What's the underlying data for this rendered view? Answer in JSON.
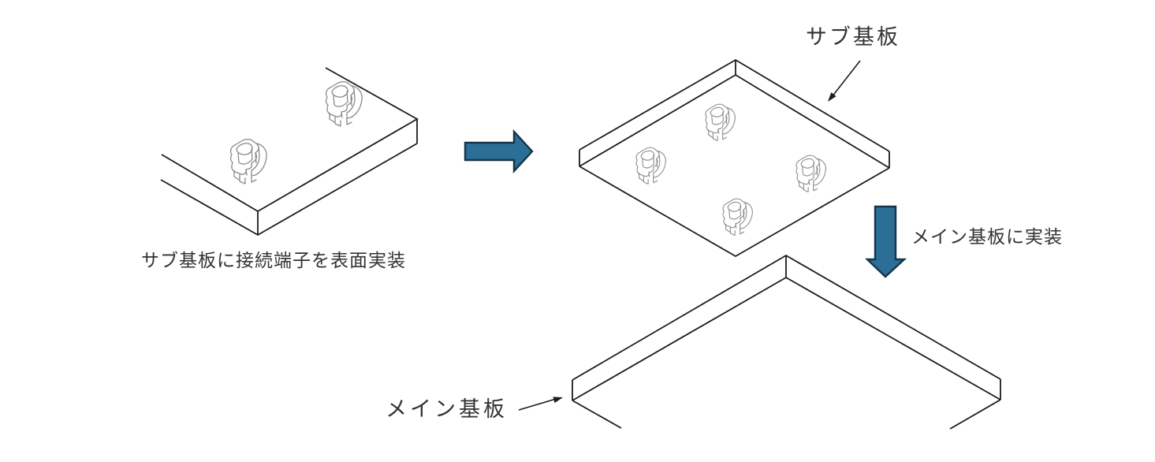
{
  "labels": {
    "left_caption": "サブ基板に接続端子を表面実装",
    "sub_board": "サブ基板",
    "mount_note": "メイン基板に実装",
    "main_board": "メイン基板"
  },
  "colors": {
    "block_arrow_fill": "#2B6E96",
    "block_arrow_stroke": "#16344A",
    "outline": "#1c1c1c",
    "connector_outline": "#8a8a8a",
    "background": "#ffffff",
    "text": "#333333"
  },
  "icons": {
    "right_block_arrow": "process-step-arrow-right",
    "down_block_arrow": "process-step-arrow-down",
    "sub_board_pointer": "annotation-arrow",
    "main_board_pointer": "annotation-arrow"
  }
}
